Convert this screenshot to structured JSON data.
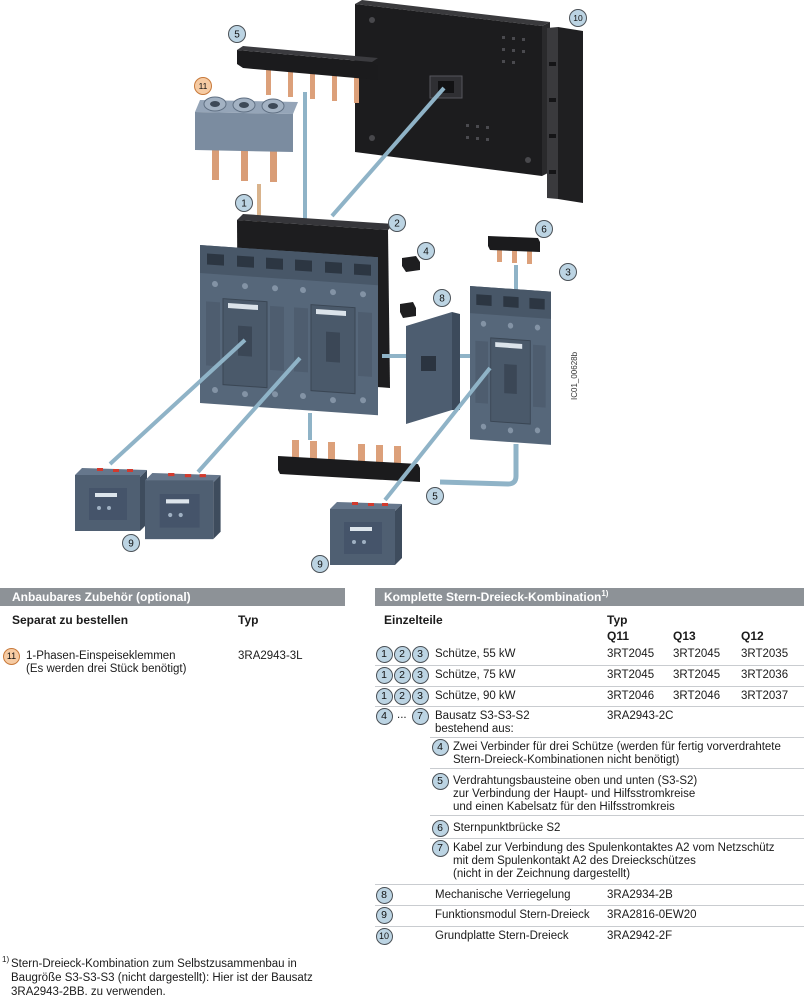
{
  "figure": {
    "callouts": [
      "10",
      "5",
      "11",
      "1",
      "2",
      "4",
      "6",
      "3",
      "8",
      "5",
      "9",
      "9"
    ],
    "drawing_code": "IC01_00628b"
  },
  "colors": {
    "header_bar": "#8d9297",
    "callout_fill": "#bcd4e3",
    "callout_accent": "#f6cba3",
    "rule": "#c9ccd0"
  },
  "accessories": {
    "header": "Anbaubares Zubehör (optional)",
    "col_item": "Separat zu bestellen",
    "col_type": "Typ",
    "item": {
      "num": "11",
      "line1": "1-Phasen-Einspeiseklemmen",
      "line2": "(Es werden drei Stück benötigt)",
      "type": "3RA2943-3L"
    }
  },
  "combination": {
    "header": "Komplette Stern-Dreieck-Kombination",
    "header_note": "1)",
    "col_item": "Einzelteile",
    "col_type": "Typ",
    "cols": [
      "Q11",
      "Q13",
      "Q12"
    ],
    "contactor_nums": [
      "1",
      "2",
      "3"
    ],
    "contactors": [
      {
        "label": "Schütze, 55 kW",
        "types": [
          "3RT2045",
          "3RT2045",
          "3RT2035"
        ]
      },
      {
        "label": "Schütze, 75 kW",
        "types": [
          "3RT2045",
          "3RT2045",
          "3RT2036"
        ]
      },
      {
        "label": "Schütze, 90 kW",
        "types": [
          "3RT2046",
          "3RT2046",
          "3RT2037"
        ]
      }
    ],
    "kit": {
      "num_from": "4",
      "range_sep": "...",
      "num_to": "7",
      "line1": "Bausatz S3-S3-S2",
      "line2": "bestehend aus:",
      "type": "3RA2943-2C",
      "parts": [
        {
          "num": "4",
          "lines": [
            "Zwei Verbinder für drei Schütze (werden für fertig vorverdrahtete",
            "Stern-Dreieck-Kombinationen nicht benötigt)"
          ]
        },
        {
          "num": "5",
          "lines": [
            "Verdrahtungsbausteine oben und unten (S3-S2)",
            "zur Verbindung der Haupt- und Hilfsstromkreise",
            "und einen Kabelsatz für den Hilfsstromkreis"
          ]
        },
        {
          "num": "6",
          "lines": [
            "Sternpunktbrücke S2"
          ]
        },
        {
          "num": "7",
          "lines": [
            "Kabel zur Verbindung des Spulenkontaktes A2 vom Netzschütz",
            "mit dem Spulenkontakt A2 des Dreieckschützes",
            "(nicht in der Zeichnung dargestellt)"
          ]
        }
      ]
    },
    "extras": [
      {
        "num": "8",
        "label": "Mechanische Verriegelung",
        "type": "3RA2934-2B"
      },
      {
        "num": "9",
        "label": "Funktionsmodul Stern-Dreieck",
        "type": "3RA2816-0EW20"
      },
      {
        "num": "10",
        "label": "Grundplatte Stern-Dreieck",
        "type": "3RA2942-2F"
      }
    ]
  },
  "footnote": {
    "mark": "1)",
    "lines": [
      "Stern-Dreieck-Kombination zum Selbstzusammenbau in",
      "Baugröße S3-S3-S3 (nicht dargestellt): Hier ist der Bausatz",
      "3RA2943-2BB. zu verwenden."
    ]
  }
}
